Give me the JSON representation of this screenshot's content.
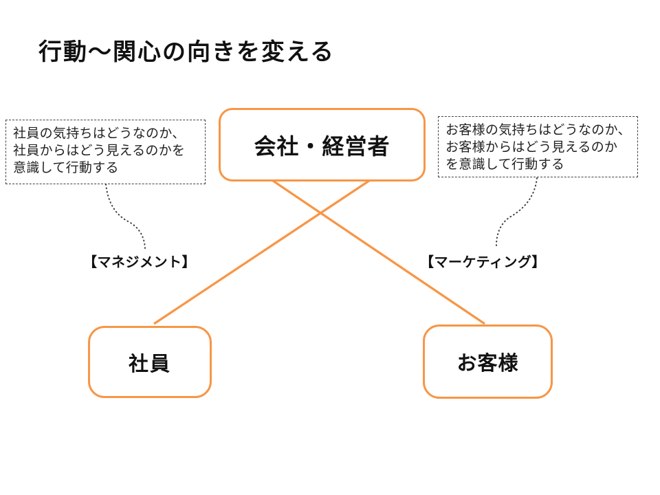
{
  "colors": {
    "accent": "#F79646",
    "connector": "#404040",
    "text": "#1A1A1A"
  },
  "slide": {
    "title": "行動～関心の向きを変える",
    "boxes": {
      "company": "会社・経営者",
      "employee": "社員",
      "customer": "お客様"
    },
    "notes": {
      "employee": "社員の気持ちはどうなのか、\n社員からはどう見えるのかを\n意識して行動する",
      "customer": "お客様の気持ちはどうなのか、\nお客様からはどう見えるのか\nを意識して行動する"
    },
    "labels": {
      "management": "【マネジメント】",
      "marketing": "【マーケティング】"
    }
  }
}
